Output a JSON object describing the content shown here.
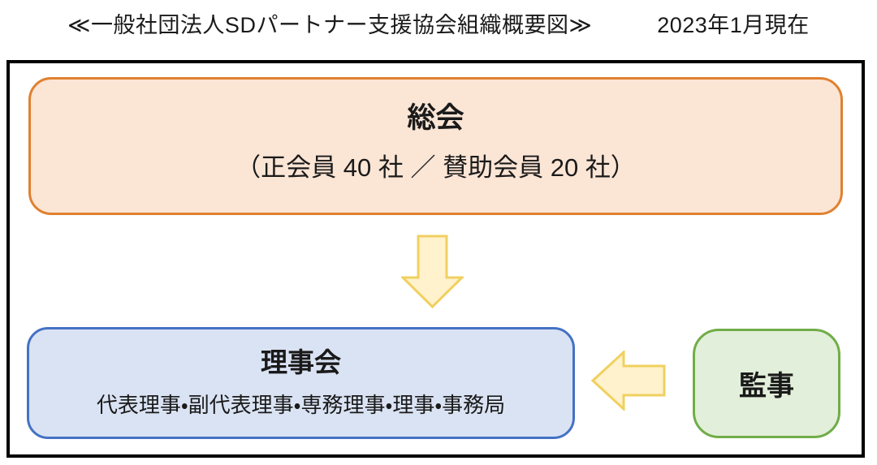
{
  "header": {
    "title": "≪一般社団法人SDパートナー支援協会組織概要図≫",
    "date": "2023年1月現在"
  },
  "boxes": {
    "general_meeting": {
      "title": "総会",
      "subtitle": "（正会員 40 社 ／ 賛助会員 20 社）"
    },
    "board": {
      "title": "理事会",
      "members": "代表理事・副代表理事・専務理事・理事・事務局"
    },
    "auditor": {
      "title": "監事"
    }
  },
  "connectors": [
    {
      "icon": "down-arrow-icon",
      "from": "総会",
      "to": "理事会",
      "direction": "down"
    },
    {
      "icon": "left-arrow-icon",
      "from": "監事",
      "to": "理事会",
      "direction": "left"
    }
  ],
  "colors": {
    "frame-border": "#000000",
    "general-fill": "#FBE5D5",
    "general-border": "#E0802F",
    "board-fill": "#DAE3F3",
    "board-border": "#4472C4",
    "auditor-fill": "#E2EFDA",
    "auditor-border": "#70AD47",
    "arrow-fill": "#FFF2CC",
    "arrow-border": "#F0D060",
    "text": "#1A1A1A"
  }
}
